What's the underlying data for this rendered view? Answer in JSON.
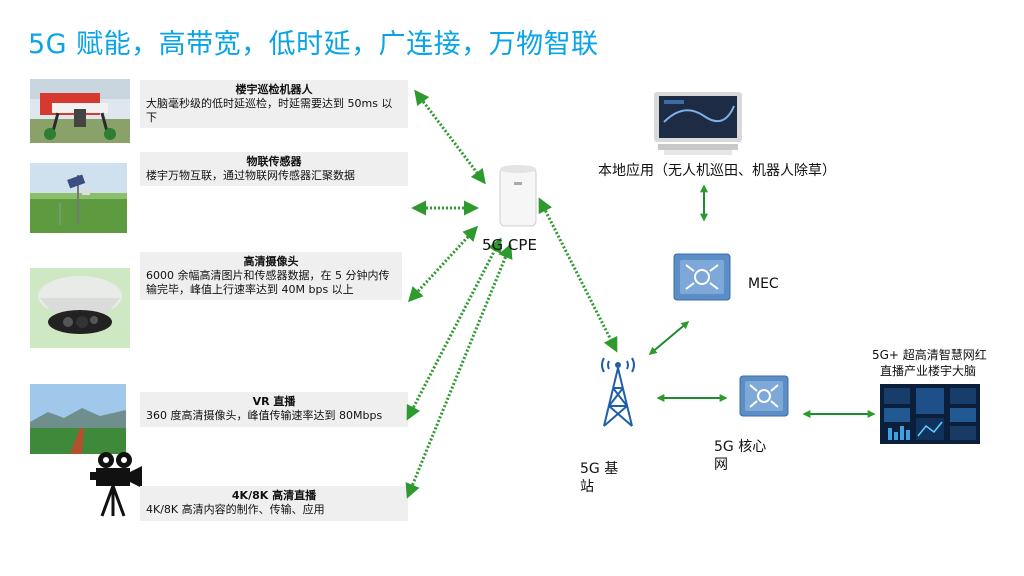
{
  "title": "5G 赋能，高带宽，低时延，广连接，万物智联",
  "colors": {
    "title": "#0aa4e6",
    "link": "#2e9a2e",
    "card_bg": "#efefef"
  },
  "cards": [
    {
      "title": "楼宇巡检机器人",
      "desc": "大脑毫秒级的低时延巡检，时延需要达到 50ms 以下"
    },
    {
      "title": "物联传感器",
      "desc": "楼宇万物互联，通过物联网传感器汇聚数据"
    },
    {
      "title": "高清摄像头",
      "desc": "6000 余幅高清图片和传感器数据，在 5 分钟内传输完毕，峰值上行速率达到 40M bps 以上"
    },
    {
      "title": "VR 直播",
      "desc": "360 度高清摄像头，峰值传输速率达到 80Mbps"
    },
    {
      "title": "4K/8K 高清直播",
      "desc": "4K/8K 高清内容的制作、传输、应用"
    }
  ],
  "nodes": {
    "cpe": "5G CPE",
    "local_app": "本地应用（无人机巡田、机器人除草）",
    "mec": "MEC",
    "base_station_line1": "5G 基",
    "base_station_line2": "站",
    "core_line1": "5G 核心",
    "core_line2": "网",
    "brain_line1": "5G+ 超高清智慧网红",
    "brain_line2": "直播产业楼宇大脑"
  },
  "icons": [
    "robot-photo",
    "sensor-photo",
    "dome-camera-icon",
    "vr-field-photo",
    "movie-camera-icon",
    "cpe-router-icon",
    "monitor-icon",
    "mec-server-icon",
    "cell-tower-icon",
    "core-network-icon",
    "dashboard-screen-icon"
  ]
}
